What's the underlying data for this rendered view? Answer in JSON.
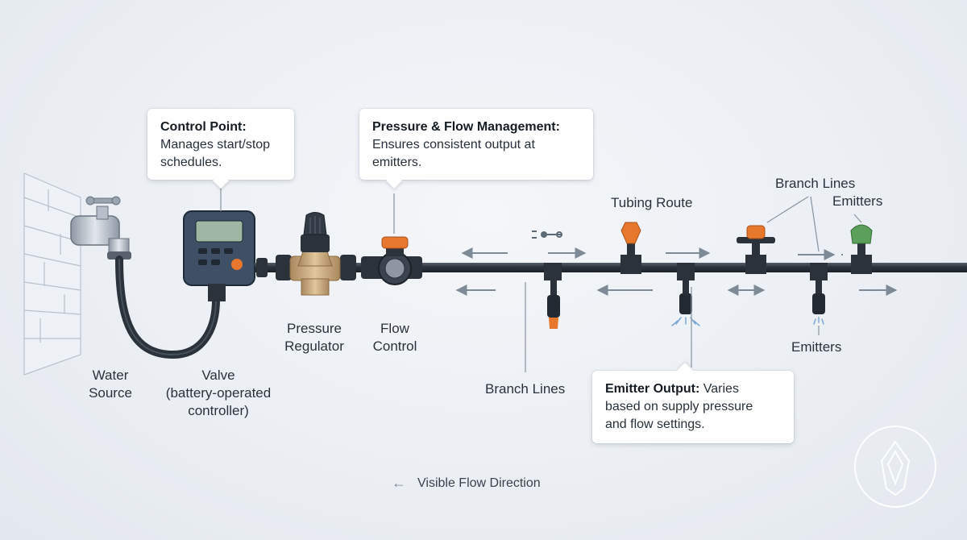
{
  "callouts": {
    "control_point": {
      "title": "Control Point:",
      "body_1": "Manages start/stop",
      "body_2": "schedules."
    },
    "pressure_flow": {
      "title": "Pressure & Flow Management:",
      "body_1": "Ensures consistent output at",
      "body_2": "emitters."
    },
    "emitter_output": {
      "title": "Emitter Output:",
      "title_rest": " Varies",
      "body_1": "based on supply pressure",
      "body_2": "and flow settings."
    }
  },
  "labels": {
    "water_source_1": "Water",
    "water_source_2": "Source",
    "valve_1": "Valve",
    "valve_2": "(battery-operated",
    "valve_3": "controller)",
    "pressure_regulator_1": "Pressure",
    "pressure_regulator_2": "Regulator",
    "flow_control_1": "Flow",
    "flow_control_2": "Control",
    "tubing_route": "Tubing Route",
    "branch_lines_top": "Branch Lines",
    "emitters_top": "Emitters",
    "branch_lines_bottom": "Branch Lines",
    "emitters_bottom": "Emitters"
  },
  "legend": {
    "text": "Visible Flow Direction",
    "icon": "left-arrow-icon"
  },
  "colors": {
    "pipe": "#2a3139",
    "controller_body": "#3e4f66",
    "controller_screen": "#9fb7a2",
    "regulator_brass": "#c8a77c",
    "accent_orange": "#e8772e",
    "emitter_green": "#5aa05a",
    "arrow_gray": "#7f8a97"
  }
}
